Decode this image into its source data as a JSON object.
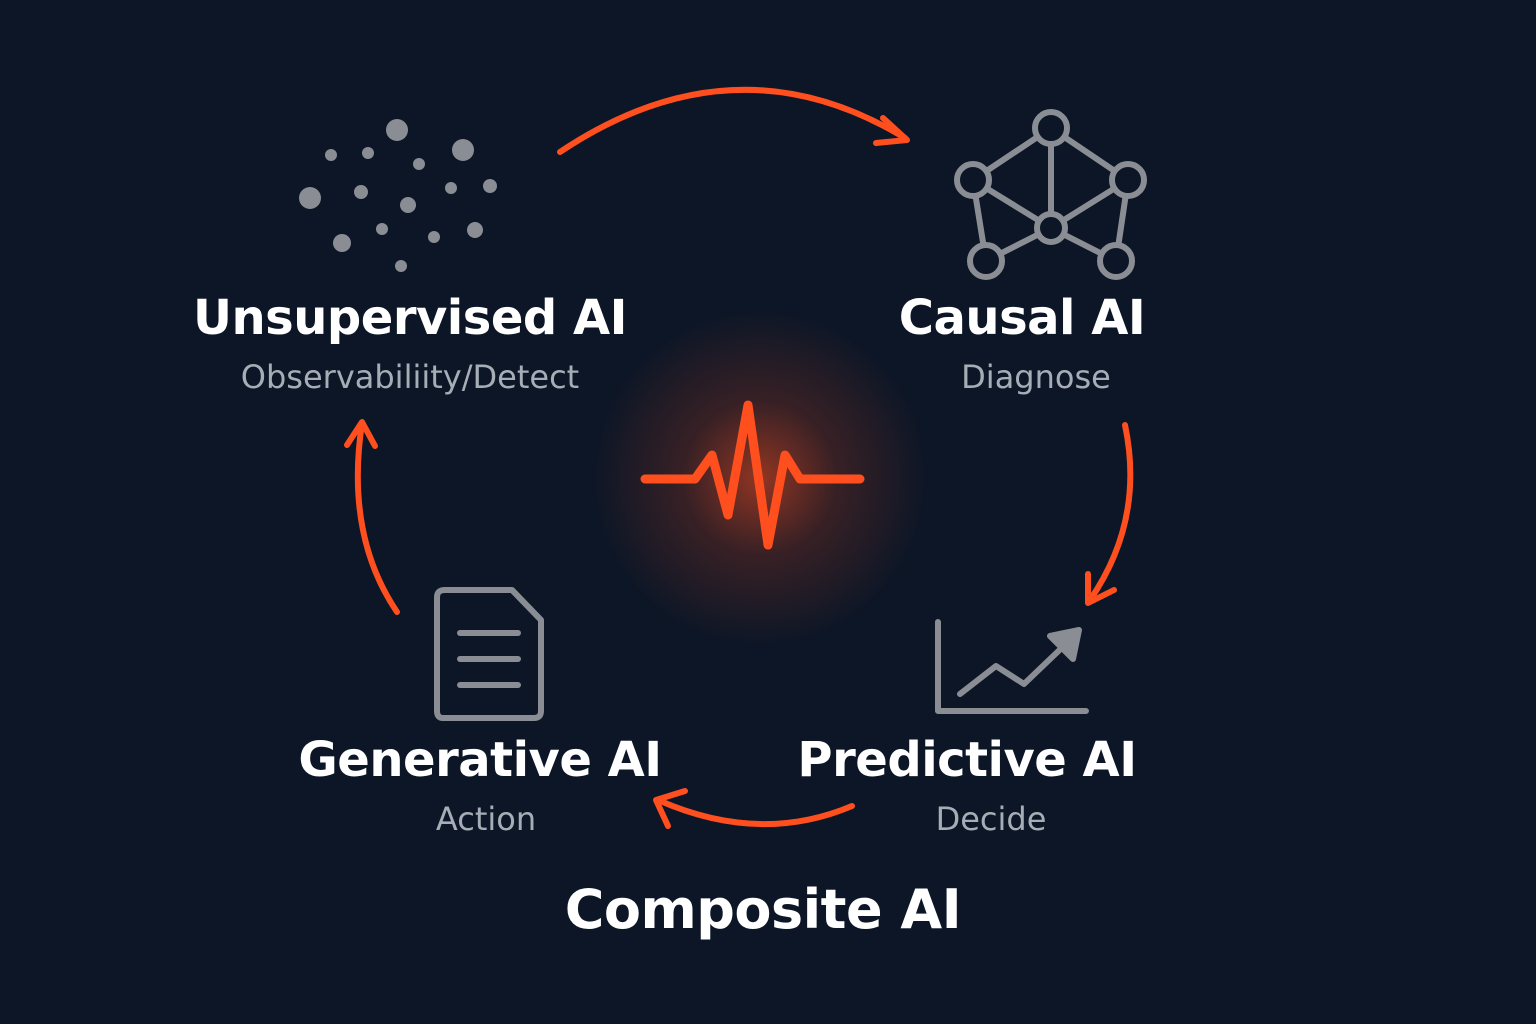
{
  "colors": {
    "background": "#0c1626",
    "accent": "#ff4f1f",
    "icon": "#8a8e94",
    "title": "#ffffff",
    "subtitle": "#a7adb6"
  },
  "nodes": [
    {
      "key": "unsupervised",
      "title": "Unsupervised AI",
      "subtitle": "Observabiliity/Detect",
      "icon": "scatter-dots-icon"
    },
    {
      "key": "causal",
      "title": "Causal AI",
      "subtitle": "Diagnose",
      "icon": "network-graph-icon"
    },
    {
      "key": "predictive",
      "title": "Predictive AI",
      "subtitle": "Decide",
      "icon": "trend-chart-icon"
    },
    {
      "key": "generative",
      "title": "Generative AI",
      "subtitle": "Action",
      "icon": "document-icon"
    }
  ],
  "center_icon": "heartbeat-pulse-icon",
  "cycle_arrows": [
    "arrow-unsupervised-to-causal",
    "arrow-causal-to-predictive",
    "arrow-predictive-to-generative",
    "arrow-generative-to-unsupervised"
  ],
  "footer": {
    "title": "Composite AI"
  }
}
